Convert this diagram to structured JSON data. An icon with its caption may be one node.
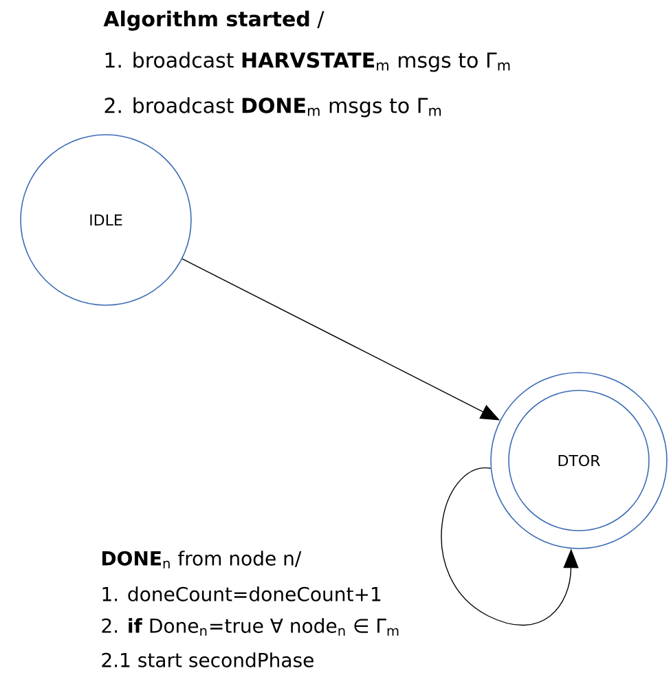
{
  "diagram": {
    "nodes": [
      {
        "text": [
          "IDLE"
        ]
      },
      {
        "text": [
          "DTOR"
        ]
      }
    ],
    "edges": [
      {
        "from": 0,
        "to": 1,
        "arrow": "to"
      },
      {
        "from": 1,
        "to": 1,
        "arrow": "to"
      }
    ],
    "labels": [
      "**Algorithm started** /",
      "1. broadcast **HARVSTATE**$_{m}$  msgs to Γ$_{m}$",
      "2. broadcast **DONE**$_{m}$ msgs to Γ$_{m}$",
      "**DONE**$_{n}$ from node n/",
      "1. doneCount=doneCount+1",
      "2. **if** Done$_{n}$=true ∀ node$_{n}$ ∈ Γ$_{m}$",
      "2.1  start secondPhase"
    ]
  }
}
